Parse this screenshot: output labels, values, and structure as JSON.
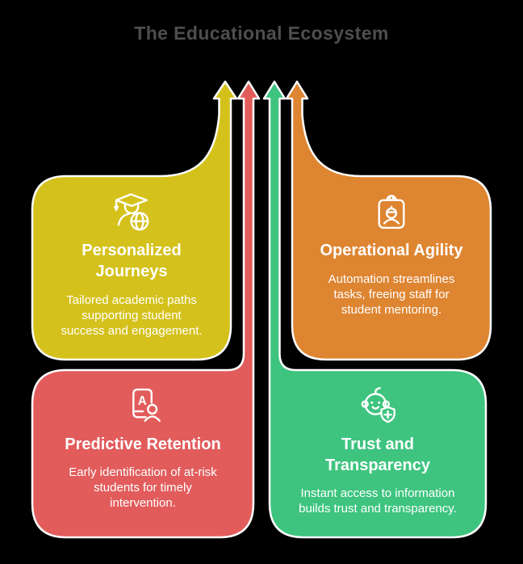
{
  "title": "The Educational Ecosystem",
  "colors": {
    "background": "#000000",
    "title_text": "#4e4e50",
    "card_text": "#ffffff",
    "outline": "#ffffff",
    "yellow": "#d4c11b",
    "orange": "#de8531",
    "red": "#e25c5c",
    "green": "#3ec47f"
  },
  "flow_arrows": [
    "yellow",
    "red",
    "green",
    "orange"
  ],
  "cards": [
    {
      "id": "personalized-journeys",
      "title": "Personalized\nJourneys",
      "description": "Tailored academic paths\nsupporting student\nsuccess and engagement.",
      "color": "#d4c11b",
      "icon": "graduate-student-globe-icon"
    },
    {
      "id": "operational-agility",
      "title": "Operational Agility",
      "description": "Automation streamlines\ntasks, freeing staff for\nstudent mentoring.",
      "color": "#de8531",
      "icon": "id-badge-person-icon"
    },
    {
      "id": "predictive-retention",
      "title": "Predictive Retention",
      "description": "Early identification of at-risk\nstudents for timely\nintervention.",
      "color": "#e25c5c",
      "icon": "phone-letter-a-person-icon"
    },
    {
      "id": "trust-and-transparency",
      "title": "Trust and\nTransparency",
      "description": "Instant access to information\nbuilds trust and transparency.",
      "color": "#3ec47f",
      "icon": "baby-face-health-shield-icon"
    }
  ]
}
